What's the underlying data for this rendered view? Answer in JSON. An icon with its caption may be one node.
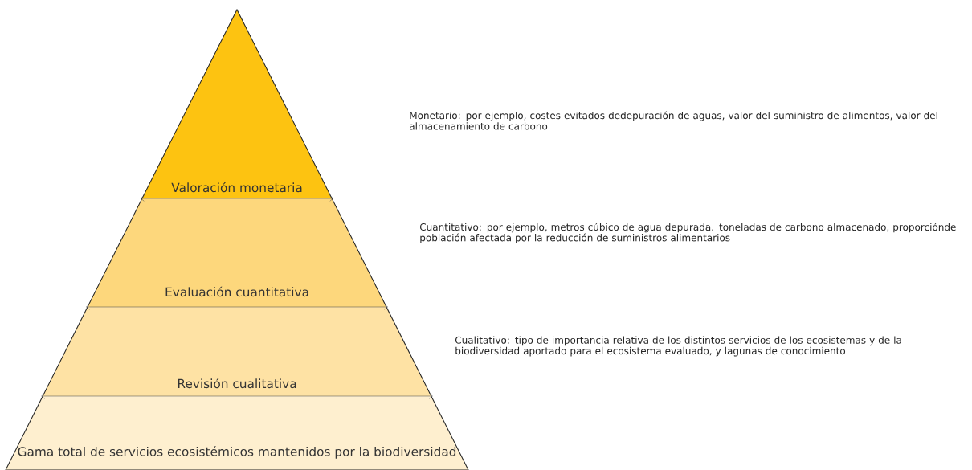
{
  "diagram": {
    "nodes": [
      {
        "text": [
          "Valoración monetaria"
        ]
      },
      {
        "text": [
          "Evaluación cuantitativa"
        ]
      },
      {
        "text": [
          "Revisión cualitativa"
        ]
      },
      {
        "text": [
          "Gama total de servicios ecosistémicos mantenidos por la biodiversidad"
        ]
      }
    ],
    "labels": [
      "Monetario: por ejemplo, costes evitados dedepuración de aguas, valor del suministro de alimentos, valor del almacenamiento de carbono",
      "Cuantitativo: por ejemplo, metros cúbico de agua depurada. toneladas de carbono almacenado, proporciónde población afectada por la reducción de suministros alimentarios",
      "Cualitativo: tipo de importancia relativa de los distintos servicios de los ecosistemas y de la biodiversidad aportado para el ecosistema evaluado, y lagunas de conocimiento"
    ]
  }
}
